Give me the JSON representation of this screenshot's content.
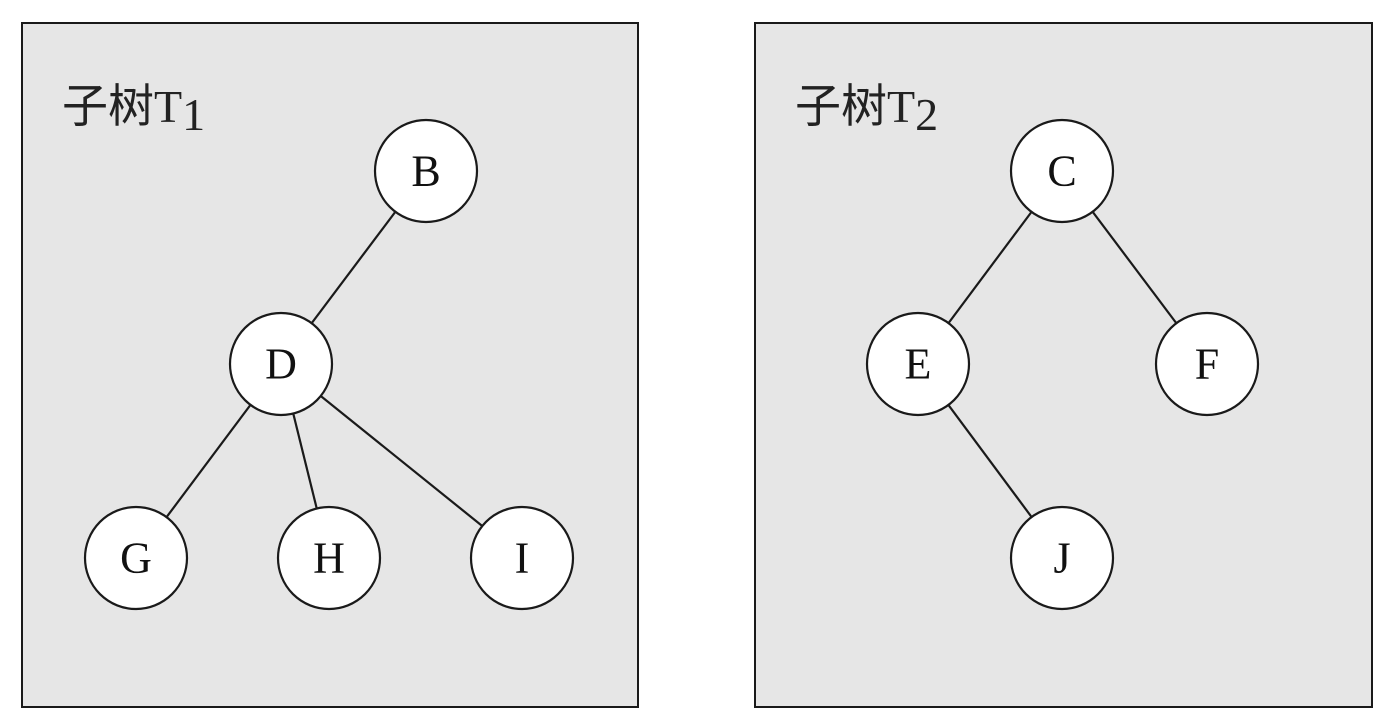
{
  "panels": [
    {
      "id": "t1",
      "title_prefix": "子树",
      "title_letter": "T",
      "title_sub": "1",
      "nodes": [
        {
          "id": "B",
          "label": "B"
        },
        {
          "id": "D",
          "label": "D"
        },
        {
          "id": "G",
          "label": "G"
        },
        {
          "id": "H",
          "label": "H"
        },
        {
          "id": "I",
          "label": "I"
        }
      ],
      "edges": [
        [
          "B",
          "D"
        ],
        [
          "D",
          "G"
        ],
        [
          "D",
          "H"
        ],
        [
          "D",
          "I"
        ]
      ]
    },
    {
      "id": "t2",
      "title_prefix": "子树",
      "title_letter": "T",
      "title_sub": "2",
      "nodes": [
        {
          "id": "C",
          "label": "C"
        },
        {
          "id": "E",
          "label": "E"
        },
        {
          "id": "F",
          "label": "F"
        },
        {
          "id": "J",
          "label": "J"
        }
      ],
      "edges": [
        [
          "C",
          "E"
        ],
        [
          "C",
          "F"
        ],
        [
          "E",
          "J"
        ]
      ]
    }
  ]
}
